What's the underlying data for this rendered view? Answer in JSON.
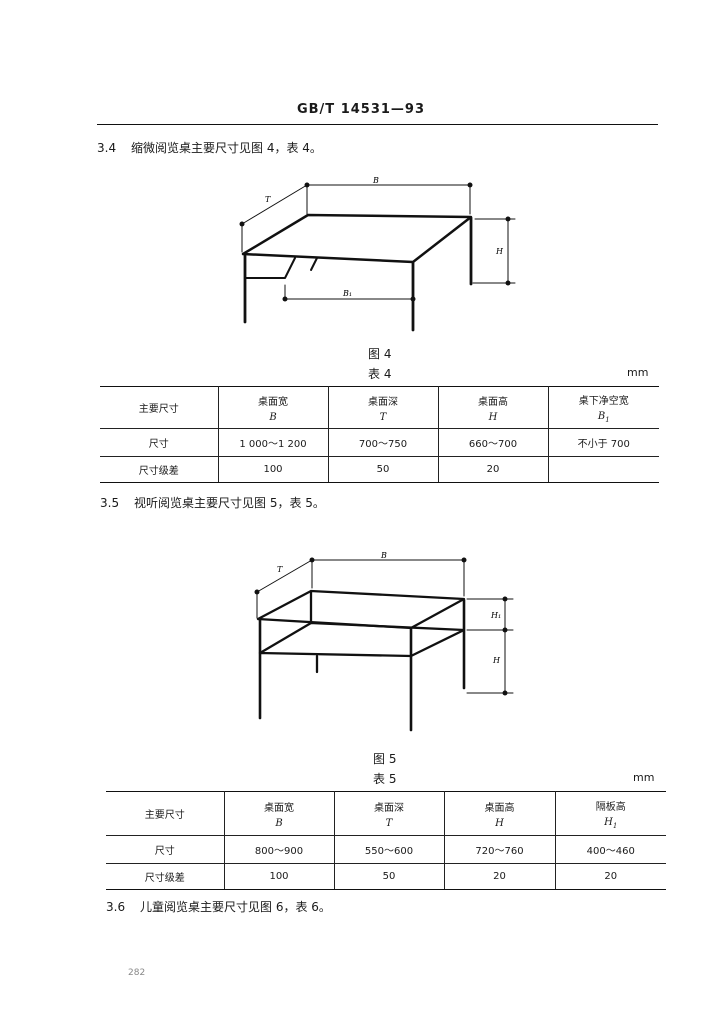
{
  "header": {
    "standard": "GB/T 14531—93"
  },
  "sections": {
    "s34": {
      "num": "3.4",
      "text": "缩微阅览桌主要尺寸见图 4，表 4。"
    },
    "s35": {
      "num": "3.5",
      "text": "视听阅览桌主要尺寸见图 5，表 5。"
    },
    "s36": {
      "num": "3.6",
      "text": "儿童阅览桌主要尺寸见图 6，表 6。"
    }
  },
  "figure4": {
    "caption": "图 4",
    "labels": {
      "B": "B",
      "T": "T",
      "H": "H",
      "B1": "B₁"
    }
  },
  "figure5": {
    "caption": "图 5",
    "labels": {
      "B": "B",
      "T": "T",
      "H": "H",
      "H1": "H₁"
    }
  },
  "table4": {
    "caption": "表 4",
    "unit": "mm",
    "row_header": "主要尺寸",
    "columns": [
      {
        "name": "桌面宽",
        "symbol": "B"
      },
      {
        "name": "桌面深",
        "symbol": "T"
      },
      {
        "name": "桌面高",
        "symbol": "H"
      },
      {
        "name": "桌下净空宽",
        "symbol": "B",
        "sub": "1"
      }
    ],
    "rows": [
      {
        "label": "尺寸",
        "cells": [
          "1 000～1 200",
          "700～750",
          "660～700",
          "不小于 700"
        ]
      },
      {
        "label": "尺寸级差",
        "cells": [
          "100",
          "50",
          "20",
          ""
        ]
      }
    ]
  },
  "table5": {
    "caption": "表 5",
    "unit": "mm",
    "row_header": "主要尺寸",
    "columns": [
      {
        "name": "桌面宽",
        "symbol": "B"
      },
      {
        "name": "桌面深",
        "symbol": "T"
      },
      {
        "name": "桌面高",
        "symbol": "H"
      },
      {
        "name": "隔板高",
        "symbol": "H",
        "sub": "1"
      }
    ],
    "rows": [
      {
        "label": "尺寸",
        "cells": [
          "800～900",
          "550～600",
          "720～760",
          "400～460"
        ]
      },
      {
        "label": "尺寸级差",
        "cells": [
          "100",
          "50",
          "20",
          "20"
        ]
      }
    ]
  },
  "footer": {
    "page": "282"
  }
}
